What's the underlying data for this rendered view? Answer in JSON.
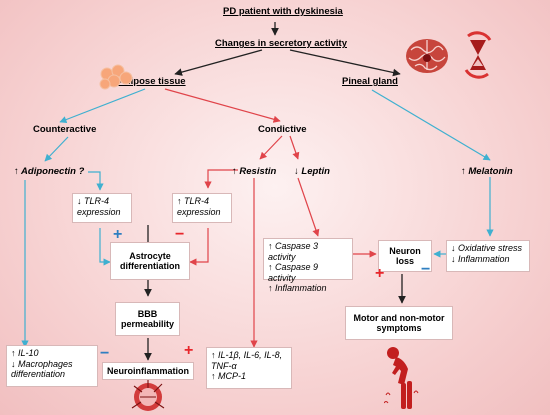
{
  "nodes": {
    "top": "PD patient with dyskinesia",
    "changes": "Changes in secretory activity",
    "adipose": "Adipose tissue",
    "pineal": "Pineal gland",
    "counteractive": "Counteractive",
    "condictive": "Condictive",
    "adiponectin": "↑ Adiponectin ?",
    "resistin": "↑ Resistin",
    "leptin": "↓ Leptin",
    "melatonin": "↑ Melatonin",
    "tlr4_down_1": "↓ TLR-4",
    "tlr4_down_2": "expression",
    "tlr4_up_1": "↑ TLR-4",
    "tlr4_up_2": "expression",
    "astro_1": "Astrocyte",
    "astro_2": "differentiation",
    "bbb_1": "BBB",
    "bbb_2": "permeability",
    "casp3": "↑ Caspase 3 activity",
    "casp9": "↑ Caspase 9 activity",
    "inflam_up": "↑ Inflammation",
    "neuron_1": "Neuron",
    "neuron_2": "loss",
    "ox_stress": "↓ Oxidative stress",
    "inflam_down": "↓ Inflammation",
    "motor_1": "Motor and non-motor",
    "motor_2": "symptoms",
    "il10": "↑ IL-10",
    "macro_1": "↓ Macrophages",
    "macro_2": "differentiation",
    "neuroinflammation": "Neuroinflammation",
    "cyto_1": "↑ IL-1β, IL-6, IL-8,",
    "cyto_2": "TNF-α",
    "cyto_3": "↑ MCP-1"
  },
  "signs": {
    "plus": "+",
    "minus": "−"
  },
  "colors": {
    "red_arrow": "#e0444a",
    "blue_arrow": "#3fb0d0",
    "black_arrow": "#222222",
    "plus": "#e8262b",
    "minus": "#2f7fc1"
  },
  "icons": [
    "fat-cells-icon",
    "brain-icon",
    "hourglass-icon",
    "damaged-neuron-icon",
    "bent-person-icon"
  ]
}
